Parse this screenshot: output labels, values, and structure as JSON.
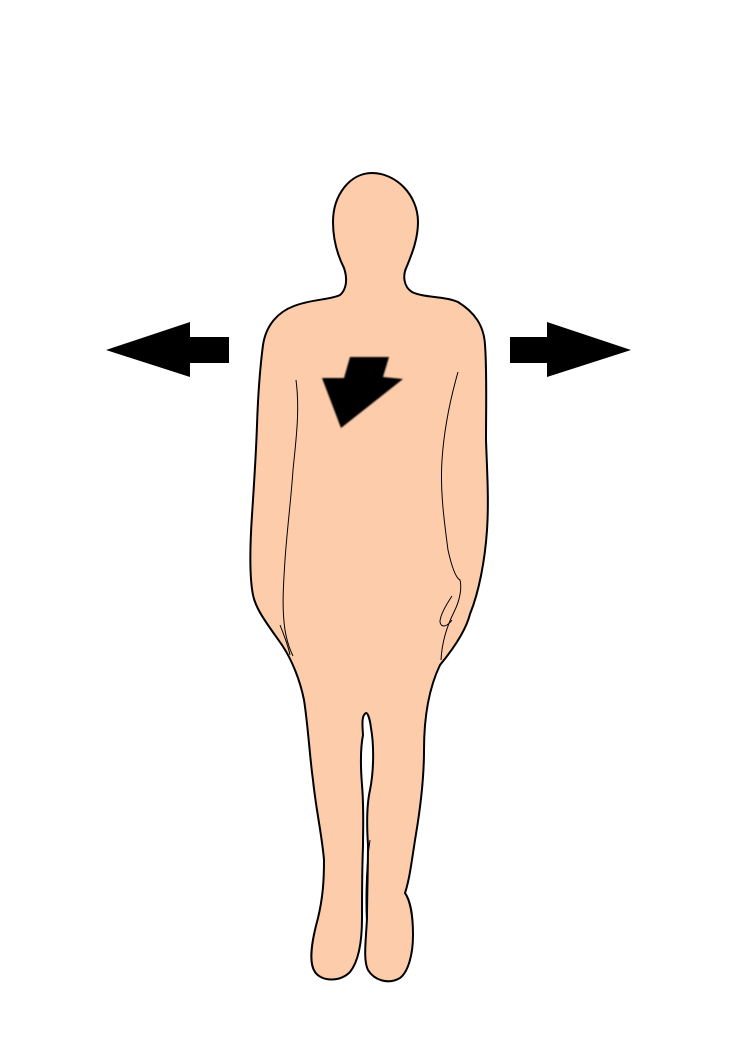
{
  "figure": {
    "background": "#ffffff",
    "body_fill": "#fdcdab",
    "outline": "#000000",
    "arrow_fill": "#000000"
  },
  "elements": {
    "body": {
      "icon": "human-silhouette-front"
    },
    "left_arrow": {
      "icon": "arrow-left",
      "direction": "left"
    },
    "right_arrow": {
      "icon": "arrow-right",
      "direction": "right"
    },
    "chest_symbol": {
      "icon": "lightning-arrow",
      "direction": "down-left"
    }
  }
}
